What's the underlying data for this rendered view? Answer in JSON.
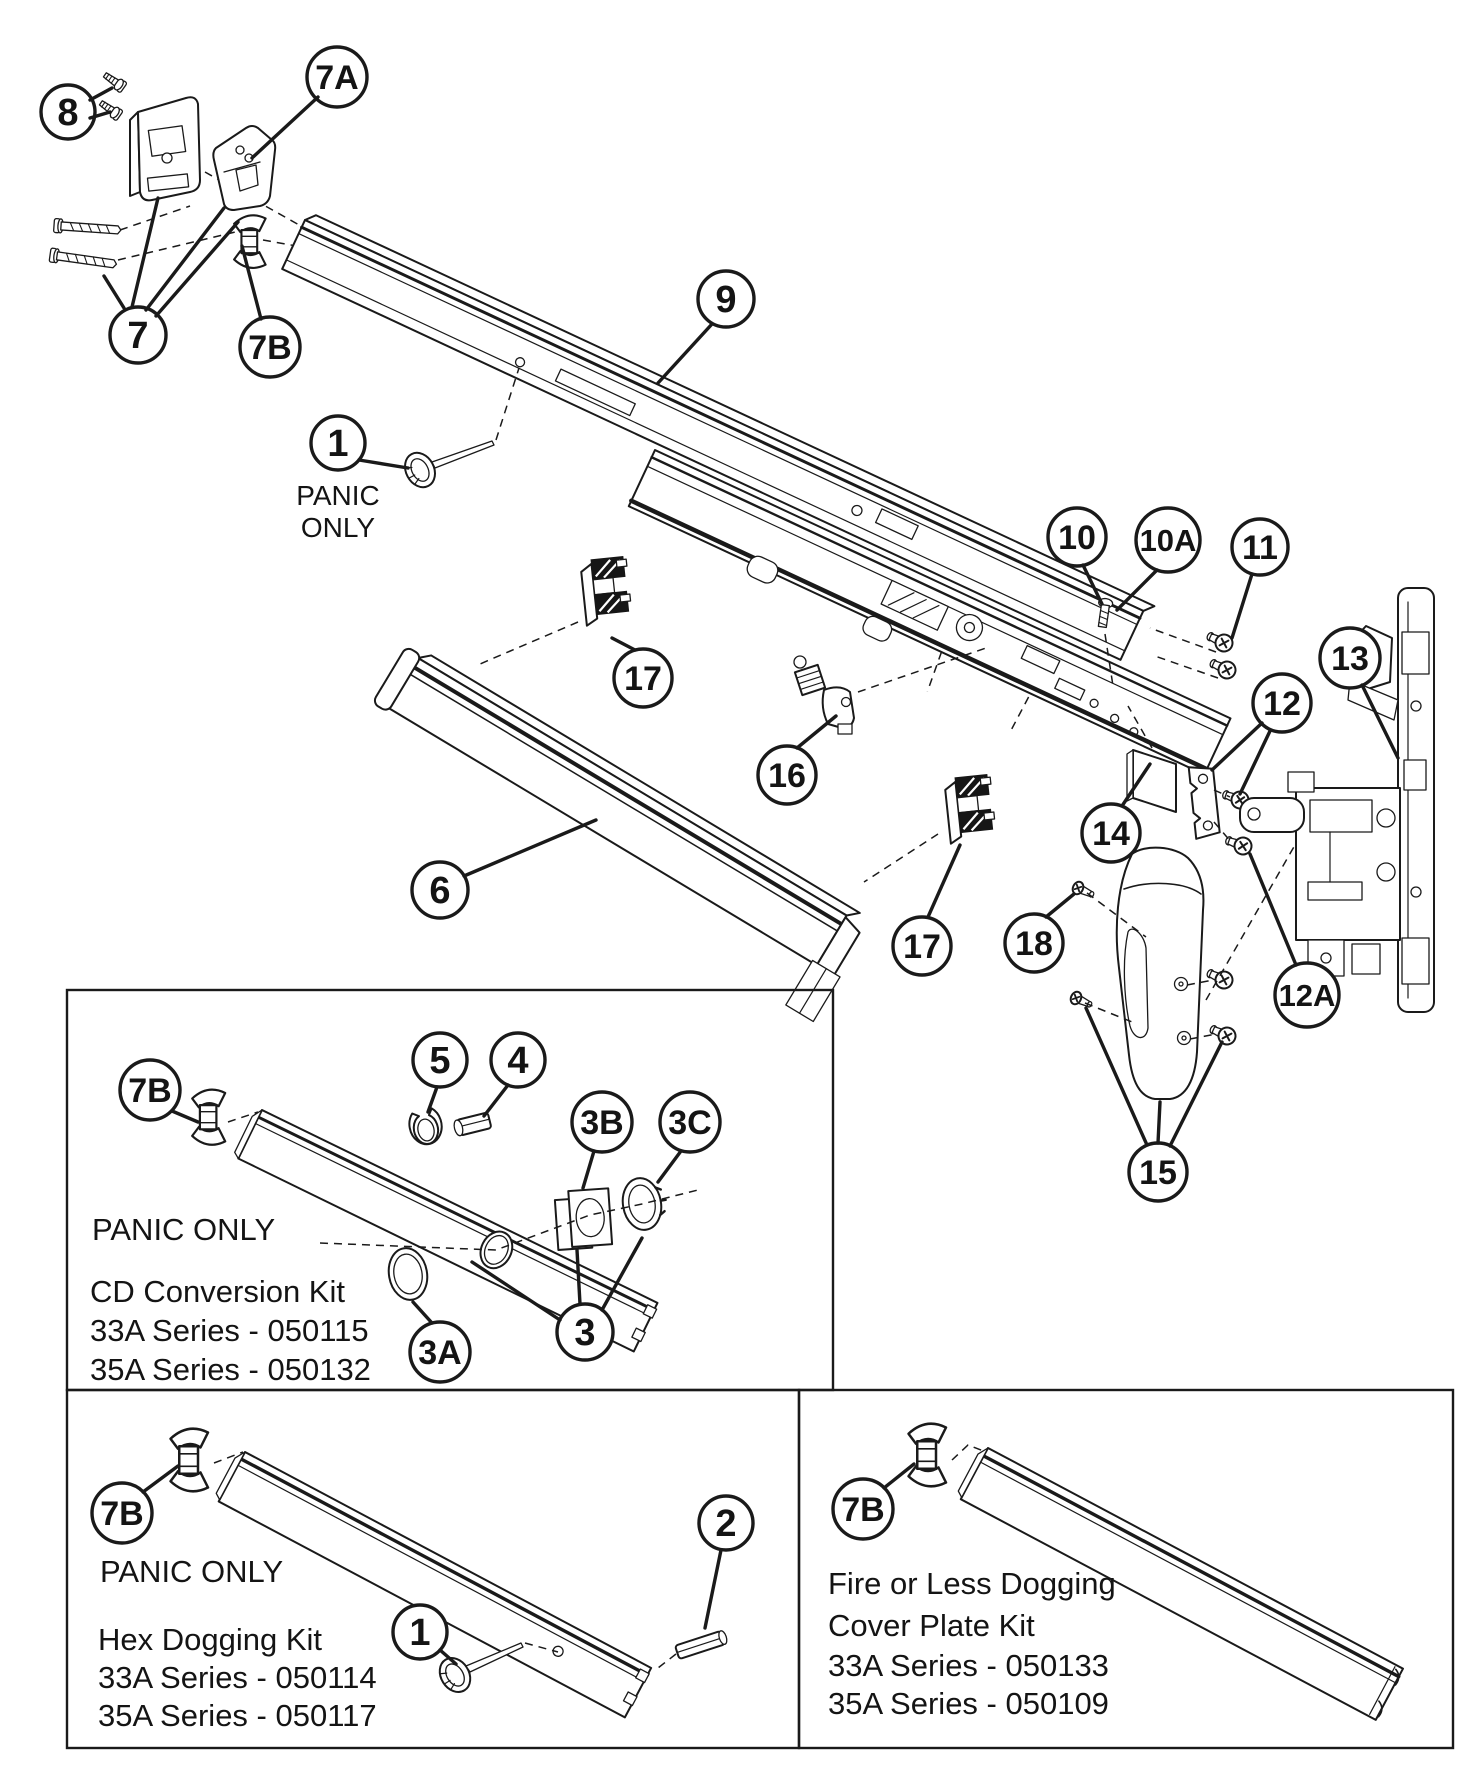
{
  "diagram": {
    "colors": {
      "background": "#ffffff",
      "line": "#1a1a1a"
    },
    "panic_note": {
      "line1": "PANIC",
      "line2": "ONLY"
    },
    "callouts": {
      "c1": "1",
      "c2": "2",
      "c3": "3",
      "c3a": "3A",
      "c3b": "3B",
      "c3c": "3C",
      "c4": "4",
      "c5": "5",
      "c6": "6",
      "c7": "7",
      "c7a": "7A",
      "c7b": "7B",
      "c8": "8",
      "c9": "9",
      "c10": "10",
      "c10a": "10A",
      "c11": "11",
      "c12": "12",
      "c12a": "12A",
      "c13": "13",
      "c14": "14",
      "c15": "15",
      "c16": "16",
      "c17": "17",
      "c18": "18"
    },
    "kits": {
      "cd_conversion": {
        "note": "PANIC ONLY",
        "title": "CD Conversion Kit",
        "series_1": "33A Series - 050115",
        "series_2": "35A Series - 050132"
      },
      "hex_dogging": {
        "note": "PANIC ONLY",
        "title": "Hex Dogging Kit",
        "series_1": "33A Series - 050114",
        "series_2": "35A Series - 050117"
      },
      "cover_plate": {
        "title_1": "Fire or Less Dogging",
        "title_2": "Cover Plate Kit",
        "series_1": "33A Series - 050133",
        "series_2": "35A Series - 050109"
      }
    }
  }
}
